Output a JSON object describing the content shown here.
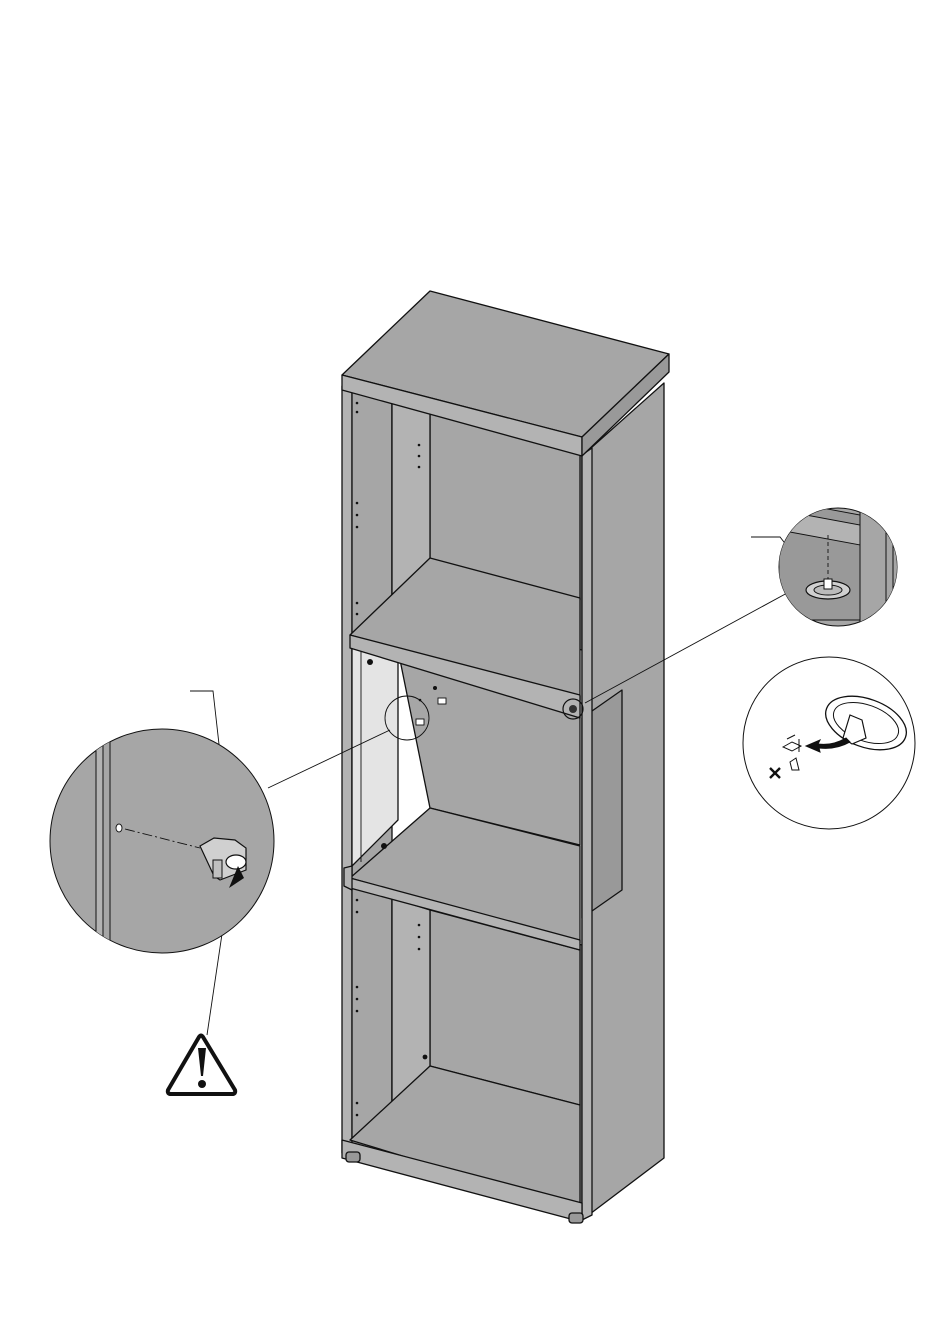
{
  "icons": {
    "warning": "warning-triangle-icon",
    "remove": "x-icon",
    "arrow": "arrow-icon"
  },
  "colors": {
    "panel": "#a6a6a6",
    "panel_shade": "#999999",
    "glass": "#e4e4e4",
    "line": "#111111",
    "background": "#ffffff"
  },
  "detail_callouts": [
    "shelf-support-peg",
    "glass-retainer-clip",
    "felt-pad-removal"
  ]
}
